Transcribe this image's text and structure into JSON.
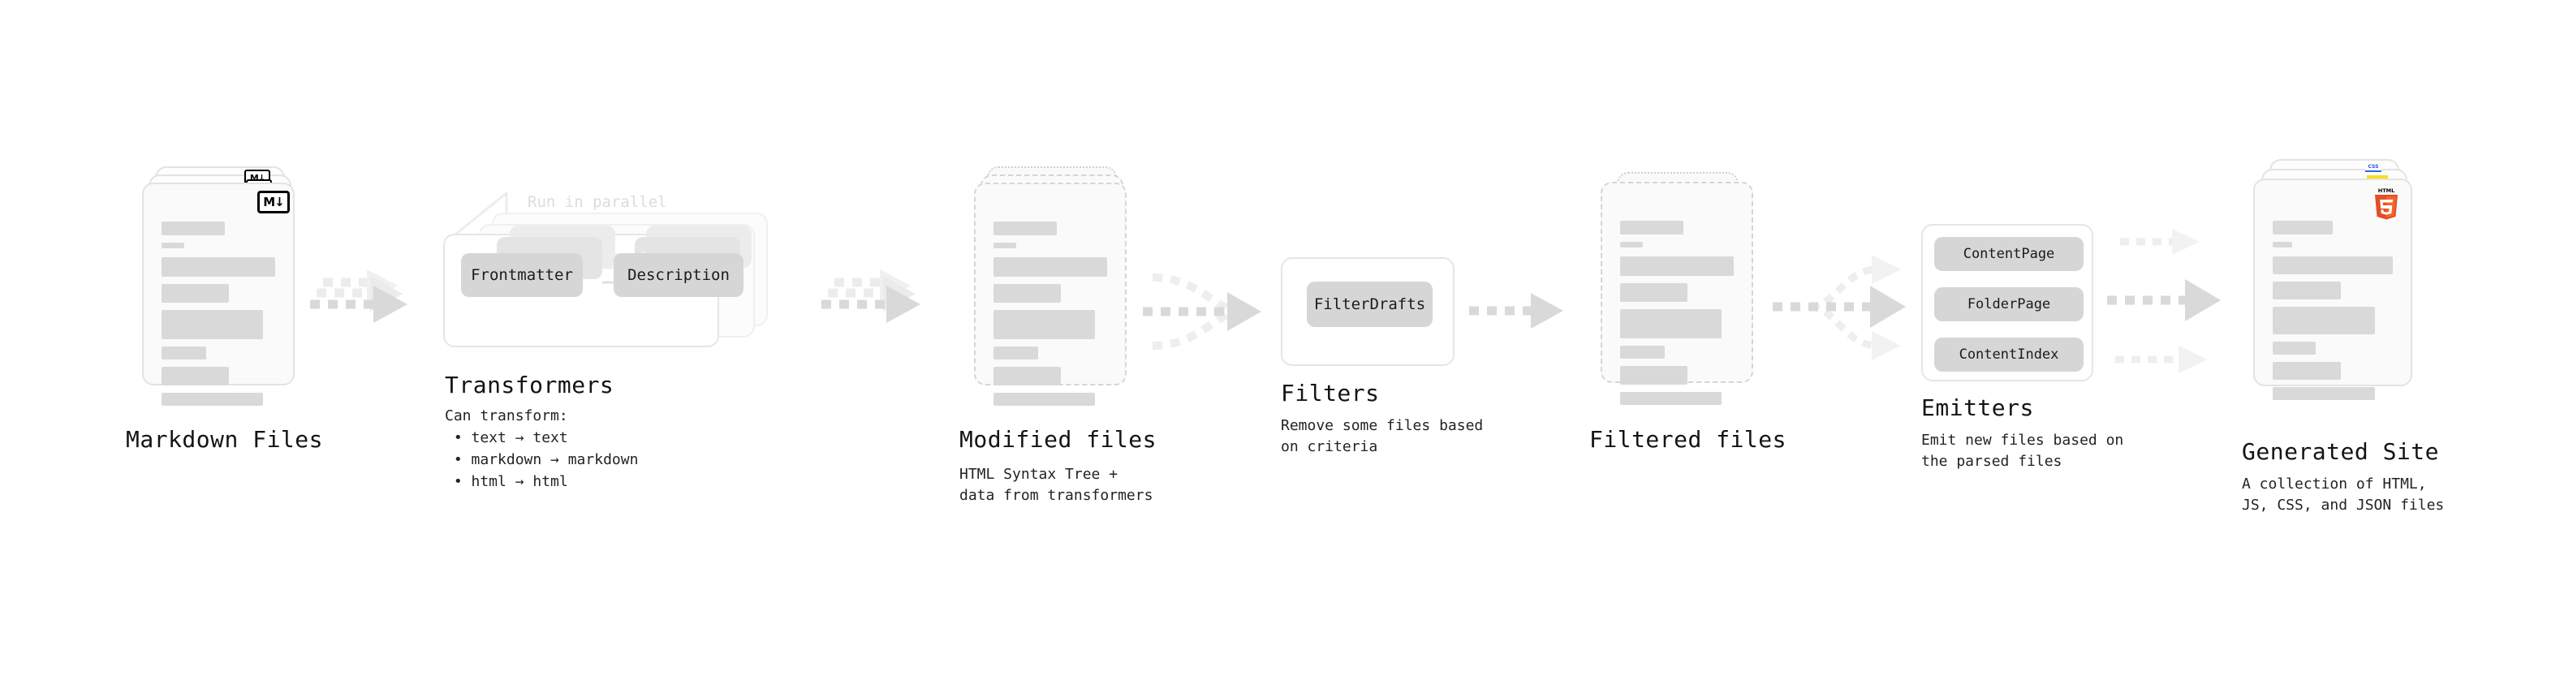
{
  "diagram": {
    "title_style": "monospace-technical",
    "accent_colors": {
      "bar": "#d9d9d9",
      "chip": "#d6d6d6",
      "arrow": "#d9d9d9",
      "arrow_faint": "#ededed",
      "card_border": "#e3e3e3",
      "html5": "#e44d26",
      "html5_light": "#f16529",
      "js": "#f7df1e",
      "css": "#264de4",
      "text": "#141414",
      "faint_text": "#dcdcdc"
    }
  },
  "stages": [
    {
      "id": "markdown-files",
      "title": "Markdown Files",
      "subtitle": "",
      "badge": "M↓",
      "badge_name": "markdown-icon",
      "card_style": "solid",
      "stack": 3
    },
    {
      "id": "transformers",
      "title": "Transformers",
      "subtitle_lines": [
        "Can transform:",
        " • text → text",
        " • markdown → markdown",
        " • html → html"
      ],
      "annotation": "Run in parallel",
      "chips": [
        "Frontmatter",
        "Description"
      ],
      "stack": 3
    },
    {
      "id": "modified-files",
      "title": "Modified files",
      "subtitle_lines": [
        "HTML Syntax Tree +",
        "data from transformers"
      ],
      "card_style": "dashed",
      "stack": 3
    },
    {
      "id": "filters",
      "title": "Filters",
      "subtitle_lines": [
        "Remove some files based",
        "on criteria"
      ],
      "chips": [
        "FilterDrafts"
      ],
      "stack": 1
    },
    {
      "id": "filtered-files",
      "title": "Filtered files",
      "subtitle_lines": [],
      "card_style": "dashed",
      "stack": 2
    },
    {
      "id": "emitters",
      "title": "Emitters",
      "subtitle_lines": [
        "Emit new files based on",
        "the parsed files"
      ],
      "chips": [
        "ContentPage",
        "FolderPage",
        "ContentIndex"
      ],
      "stack": 1
    },
    {
      "id": "generated-site",
      "title": "Generated Site",
      "subtitle_lines": [
        "A collection of HTML,",
        "JS, CSS, and JSON files"
      ],
      "badges": [
        "css-icon",
        "js-icon",
        "html5-icon"
      ],
      "card_style": "solid",
      "stack": 3
    }
  ],
  "labels": {
    "markdown_files": "Markdown Files",
    "transformers": "Transformers",
    "modified_files": "Modified files",
    "filters": "Filters",
    "filtered_files": "Filtered files",
    "emitters": "Emitters",
    "generated_site": "Generated Site",
    "run_in_parallel": "Run in parallel",
    "md_badge": "M↓",
    "css_badge": "CSS",
    "html5_badge": "HTML"
  },
  "descriptions": {
    "transformers_intro": "Can transform:",
    "transformers_l1": " • text → text",
    "transformers_l2": " • markdown → markdown",
    "transformers_l3": " • html → html",
    "modified_l1": "HTML Syntax Tree +",
    "modified_l2": "data from transformers",
    "filters_l1": "Remove some files based",
    "filters_l2": "on criteria",
    "emitters_l1": "Emit new files based on",
    "emitters_l2": "the parsed files",
    "generated_l1": "A collection of HTML,",
    "generated_l2": "JS, CSS, and JSON files"
  },
  "chips": {
    "frontmatter": "Frontmatter",
    "description": "Description",
    "filter_drafts": "FilterDrafts",
    "content_page": "ContentPage",
    "folder_page": "FolderPage",
    "content_index": "ContentIndex"
  }
}
